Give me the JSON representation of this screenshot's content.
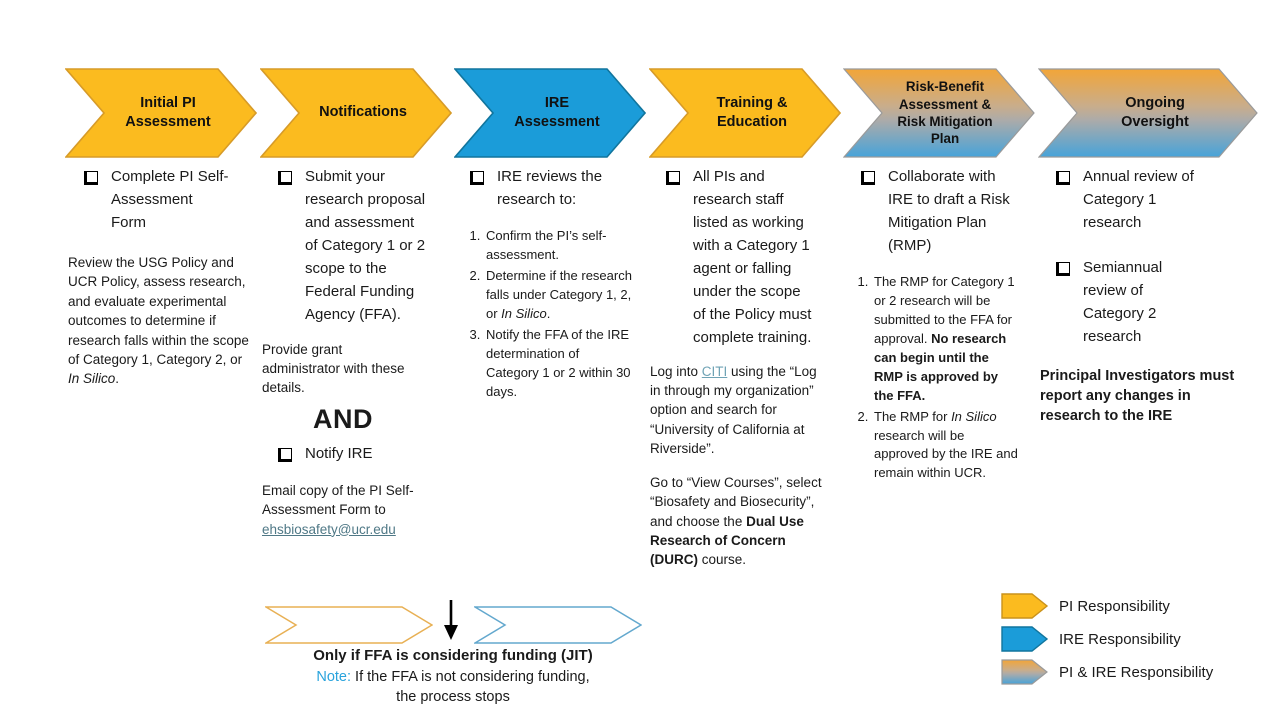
{
  "chevrons": [
    {
      "label": "Initial PI\nAssessment",
      "responsibility": "PI"
    },
    {
      "label": "Notifications",
      "responsibility": "PI"
    },
    {
      "label": "IRE\nAssessment",
      "responsibility": "IRE"
    },
    {
      "label": "Training &\nEducation",
      "responsibility": "PI"
    },
    {
      "label": "Risk-Benefit\nAssessment &\nRisk Mitigation\nPlan",
      "responsibility": "PI & IRE"
    },
    {
      "label": "Ongoing\nOversight",
      "responsibility": "PI & IRE"
    }
  ],
  "columns": {
    "initial_pi": {
      "checkbox_label": "Complete PI Self-Assessment Form",
      "note_pre": "Review the USG Policy and UCR Policy, assess research, and evaluate experimental outcomes to determine if research falls within the scope of Category 1, Category 2, or ",
      "note_italic": "In Silico",
      "note_post": "."
    },
    "notifications": {
      "checkbox_submit": "Submit your research proposal and assessment of Category 1 or 2 scope to the Federal Funding Agency (FFA).",
      "grant_note": "Provide grant administrator with these details.",
      "and_label": "AND",
      "checkbox_notify": "Notify IRE",
      "email_note": "Email copy of the PI Self-Assessment Form to",
      "email_link": "ehsbiosafety@ucr.edu"
    },
    "ire_assessment": {
      "checkbox_label": "IRE reviews the research to:",
      "items": [
        {
          "pre": "Confirm the PI’s self-assessment.",
          "italic": "",
          "post": ""
        },
        {
          "pre": "Determine if the research falls under Category 1, 2, or ",
          "italic": "In Silico",
          "post": "."
        },
        {
          "pre": "Notify the FFA of the IRE determination of Category 1 or 2 within 30 days.",
          "italic": "",
          "post": ""
        }
      ]
    },
    "training": {
      "checkbox_label": "All PIs and research staff listed as working with a Category 1 agent or falling under the scope of the Policy must complete training.",
      "citi_pre": "Log into ",
      "citi_link": "CITI",
      "citi_post": " using the “Log in through my organization” option and search for “University of California at Riverside”.",
      "courses_pre": "Go to “View Courses”, select “Biosafety and Biosecurity”, and choose the ",
      "courses_bold": "Dual Use Research of Concern (DURC)",
      "courses_post": " course."
    },
    "risk_benefit": {
      "checkbox_label": "Collaborate with IRE to draft a Risk Mitigation Plan (RMP)",
      "items": [
        {
          "pre": "The RMP for Category 1 or 2 research will be submitted to the FFA for approval. ",
          "bold": "No research can begin until the RMP is approved by the FFA.",
          "italic": "",
          "post": ""
        },
        {
          "pre": "The RMP for ",
          "bold": "",
          "italic": "In Silico",
          "post": " research will be approved by the IRE and remain within UCR."
        }
      ]
    },
    "oversight": {
      "checkbox_annual": "Annual review of Category 1 research",
      "checkbox_semiannual": "Semiannual review of Category 2 research",
      "note_bold": "Principal Investigators must report any changes in research to the IRE"
    }
  },
  "jit": {
    "caption": "Only if FFA is considering funding (JIT)",
    "note_label": "Note:",
    "note_line1": " If the FFA is not considering funding,",
    "note_line2": "the process stops"
  },
  "legend": [
    {
      "label": "PI Responsibility",
      "color": "#FBBB1F"
    },
    {
      "label": "IRE Responsibility",
      "color": "#1B9CD9"
    },
    {
      "label": "PI & IRE Responsibility",
      "color": "gradient"
    }
  ],
  "colors": {
    "pi_fill": "#FBBB1F",
    "pi_border": "#D79B28",
    "ire_fill": "#1B9CD9",
    "ire_border": "#11759D",
    "gradient_top": "#F2A538",
    "gradient_bottom": "#47A3D9",
    "note_accent": "#29A3DC",
    "citi_link_color": "#6FA3B5",
    "email_link_color": "#4F7886"
  }
}
